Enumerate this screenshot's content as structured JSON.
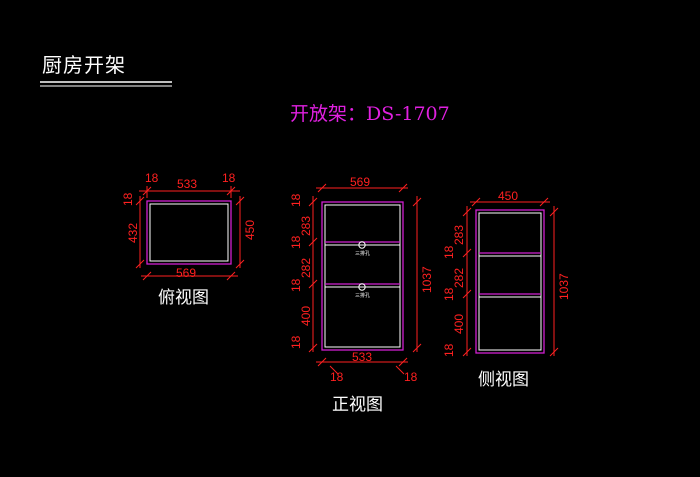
{
  "header": {
    "title": "厨房开架",
    "subtitle": "开放架：DS-1707"
  },
  "top_view": {
    "label": "俯视图",
    "dims": {
      "top_left": "18",
      "top_mid": "533",
      "top_right": "18",
      "left_small": "18",
      "left": "432",
      "right": "450",
      "bottom": "569"
    }
  },
  "front_view": {
    "label": "正视图",
    "hole_label": "三排孔",
    "dims": {
      "top": "569",
      "v_top": "18",
      "v_1": "283",
      "v_2": "18",
      "v_3": "282",
      "v_4": "18",
      "v_5": "400",
      "v_bottom": "18",
      "height": "1037",
      "bottom": "533",
      "bottom_left": "18",
      "bottom_right": "18"
    }
  },
  "side_view": {
    "label": "侧视图",
    "dims": {
      "top": "450",
      "v_1": "283",
      "v_2": "18",
      "v_3": "282",
      "v_4": "18",
      "v_5": "400",
      "v_bottom": "18",
      "height": "1037"
    }
  },
  "colors": {
    "dimension": "#ff2020",
    "outline": "#d020d0",
    "subtitle": "#e020e0",
    "text": "#ffffff",
    "background": "#000000"
  }
}
